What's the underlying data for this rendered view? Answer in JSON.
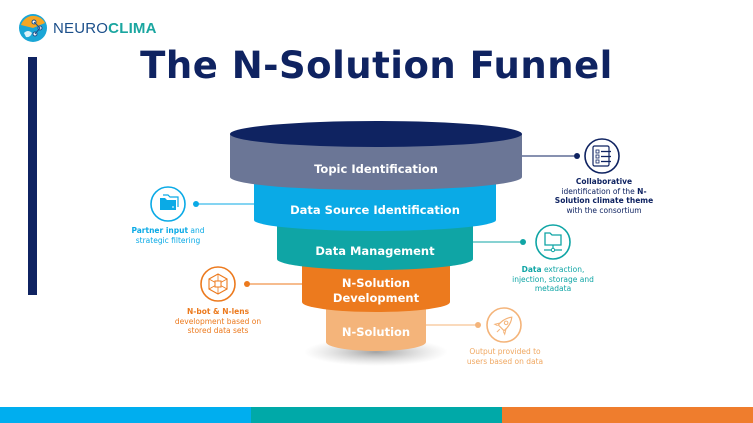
{
  "brand": {
    "name_part1": "NEURO",
    "name_part2": "CLIMA",
    "logo_icon": "globe-network-logo"
  },
  "title": "The N-Solution Funnel",
  "colors": {
    "navy": "#0f2361",
    "slate": "#6b7696",
    "sky": "#0aaae6",
    "teal": "#0fa5a5",
    "orange": "#ec7a1e",
    "peach": "#f4b47a"
  },
  "stages": [
    {
      "label": "Topic Identification",
      "color": "#6b7696"
    },
    {
      "label": "Data Source Identification",
      "color": "#0aaae6"
    },
    {
      "label": "Data Management",
      "color": "#0fa5a5"
    },
    {
      "label_line1": "N-Solution",
      "label_line2": "Development",
      "color": "#ec7a1e"
    },
    {
      "label": "N-Solution",
      "color": "#f4b47a"
    }
  ],
  "notes": {
    "topic": {
      "icon": "checklist-icon",
      "bold1": "Collaborative",
      "text1": "identification of the ",
      "bold2": "N-",
      "bold3": "Solution climate theme",
      "text2": "with the consortium"
    },
    "source": {
      "icon": "folders-icon",
      "bold": "Partner input",
      "text1": " and",
      "text2": "strategic filtering"
    },
    "management": {
      "icon": "network-folder-icon",
      "bold": "Data",
      "text1": " extraction,",
      "text2": "injection, storage and",
      "text3": "metadata"
    },
    "development": {
      "icon": "network-cube-icon",
      "bold": "N-bot & N-lens",
      "text1": "development based on",
      "text2": "stored data sets"
    },
    "solution": {
      "icon": "rocket-icon",
      "text1": "Output provided to",
      "text2": "users based on data"
    }
  },
  "footer_strip": [
    "#00aeef",
    "#00a9a8",
    "#ef7d2d"
  ]
}
